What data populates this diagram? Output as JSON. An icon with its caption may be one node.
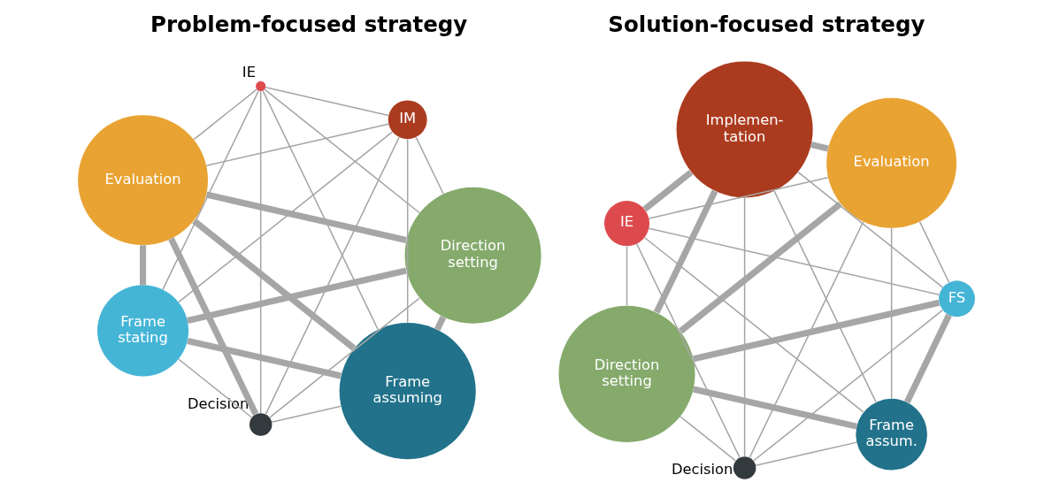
{
  "diagram": {
    "nodes": [
      {
        "text": [
          "Frame assuming"
        ]
      },
      {
        "text": [
          "Direction setting"
        ]
      },
      {
        "text": [
          "Frame stating"
        ]
      },
      {
        "text": [
          "Evaluation"
        ]
      },
      {
        "text": [],
        "shape": "circle",
        "beside": [
          "IE"
        ]
      },
      {
        "text": [
          "IM"
        ]
      },
      {
        "text": [],
        "shape": "circle",
        "beside": [
          "Decision"
        ]
      },
      {
        "text": [
          "Frame assum."
        ]
      },
      {
        "text": [
          "FS"
        ]
      },
      {
        "text": [
          "Direction setting"
        ]
      },
      {
        "text": [
          "IE"
        ]
      },
      {
        "text": [
          "Implemen- tation"
        ]
      },
      {
        "text": [
          "Evaluation"
        ]
      },
      {
        "text": [],
        "shape": "circle",
        "beside": [
          "Decision"
        ]
      }
    ],
    "edges": [
      {
        "from": 0,
        "to": 1,
        "arrow": "none",
        "style": "thick"
      },
      {
        "from": 0,
        "to": 2,
        "arrow": "none",
        "style": "thick"
      },
      {
        "from": 0,
        "to": 3,
        "arrow": "none",
        "style": "thick"
      },
      {
        "from": 0,
        "to": 4,
        "arrow": "none"
      },
      {
        "from": 0,
        "to": 5,
        "arrow": "none"
      },
      {
        "from": 0,
        "to": 6,
        "arrow": "none"
      },
      {
        "from": 1,
        "to": 2,
        "arrow": "none",
        "style": "thick"
      },
      {
        "from": 1,
        "to": 3,
        "arrow": "none",
        "style": "thick"
      },
      {
        "from": 1,
        "to": 4,
        "arrow": "none"
      },
      {
        "from": 1,
        "to": 5,
        "arrow": "none"
      },
      {
        "from": 1,
        "to": 6,
        "arrow": "none"
      },
      {
        "from": 2,
        "to": 3,
        "arrow": "none",
        "style": "thick"
      },
      {
        "from": 2,
        "to": 4,
        "arrow": "none"
      },
      {
        "from": 2,
        "to": 5,
        "arrow": "none"
      },
      {
        "from": 2,
        "to": 6,
        "arrow": "none"
      },
      {
        "from": 3,
        "to": 4,
        "arrow": "none"
      },
      {
        "from": 3,
        "to": 5,
        "arrow": "none"
      },
      {
        "from": 3,
        "to": 6,
        "arrow": "none",
        "style": "thick"
      },
      {
        "from": 4,
        "to": 5,
        "arrow": "none"
      },
      {
        "from": 4,
        "to": 6,
        "arrow": "none"
      },
      {
        "from": 5,
        "to": 6,
        "arrow": "none"
      },
      {
        "from": 7,
        "to": 8,
        "arrow": "none",
        "style": "thick"
      },
      {
        "from": 7,
        "to": 9,
        "arrow": "none",
        "style": "thick"
      },
      {
        "from": 7,
        "to": 10,
        "arrow": "none"
      },
      {
        "from": 7,
        "to": 11,
        "arrow": "none"
      },
      {
        "from": 7,
        "to": 12,
        "arrow": "none"
      },
      {
        "from": 7,
        "to": 13,
        "arrow": "none"
      },
      {
        "from": 8,
        "to": 9,
        "arrow": "none",
        "style": "thick"
      },
      {
        "from": 8,
        "to": 10,
        "arrow": "none"
      },
      {
        "from": 8,
        "to": 11,
        "arrow": "none"
      },
      {
        "from": 8,
        "to": 12,
        "arrow": "none"
      },
      {
        "from": 8,
        "to": 13,
        "arrow": "none"
      },
      {
        "from": 9,
        "to": 10,
        "arrow": "none"
      },
      {
        "from": 9,
        "to": 11,
        "arrow": "none",
        "style": "thick"
      },
      {
        "from": 9,
        "to": 12,
        "arrow": "none",
        "style": "thick"
      },
      {
        "from": 9,
        "to": 13,
        "arrow": "none"
      },
      {
        "from": 10,
        "to": 11,
        "arrow": "none",
        "style": "thick"
      },
      {
        "from": 10,
        "to": 12,
        "arrow": "none"
      },
      {
        "from": 10,
        "to": 13,
        "arrow": "none"
      },
      {
        "from": 11,
        "to": 12,
        "arrow": "none",
        "style": "thick"
      },
      {
        "from": 11,
        "to": 13,
        "arrow": "none"
      },
      {
        "from": 12,
        "to": 13,
        "arrow": "none"
      }
    ],
    "labels": [
      "Problem-focused strategy",
      "Solution-focused strategy"
    ]
  }
}
